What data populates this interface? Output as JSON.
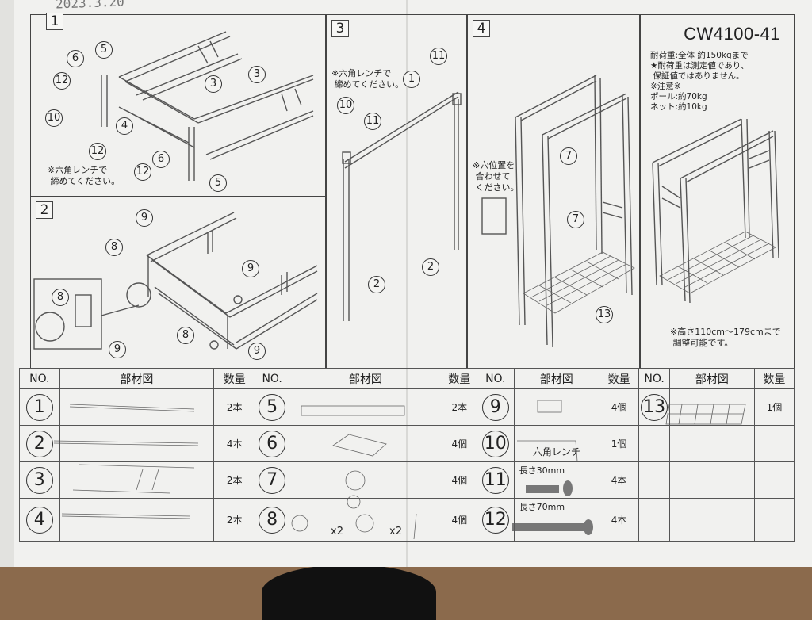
{
  "handwritten_date": "2023.3.20",
  "model": "CW4100-41",
  "steps": {
    "s1": {
      "num": "1",
      "note": "※六角レンチで\n 締めてください。"
    },
    "s2": {
      "num": "2"
    },
    "s3": {
      "num": "3",
      "note": "※六角レンチで\n 締めてください。"
    },
    "s4": {
      "num": "4",
      "note": "※穴位置を\n 合わせて\n ください。"
    }
  },
  "spec_note": "耐荷重:全体 約150kgまで\n★耐荷重は測定値であり、\n 保証値ではありません。\n※注意※\nポール:約70kg\nネット:約10kg",
  "height_note": "※高さ110cm〜179cmまで\n 調整可能です。",
  "table": {
    "col_no": "NO.",
    "col_part": "部材図",
    "col_qty": "数量",
    "rows": [
      {
        "no": "1",
        "qty": "2本"
      },
      {
        "no": "2",
        "qty": "4本"
      },
      {
        "no": "3",
        "qty": "2本"
      },
      {
        "no": "4",
        "qty": "2本"
      },
      {
        "no": "5",
        "qty": "2本"
      },
      {
        "no": "6",
        "qty": "4個"
      },
      {
        "no": "7",
        "qty": "4個"
      },
      {
        "no": "8",
        "qty": "4個",
        "mult1": "x2",
        "mult2": "x2"
      },
      {
        "no": "9",
        "qty": "4個"
      },
      {
        "no": "10",
        "qty": "1個",
        "label": "六角レンチ"
      },
      {
        "no": "11",
        "qty": "4本",
        "label": "長さ30mm"
      },
      {
        "no": "12",
        "qty": "4本",
        "label": "長さ70mm"
      },
      {
        "no": "13",
        "qty": "1個"
      }
    ]
  },
  "callouts": {
    "c6a": "6",
    "c5a": "5",
    "c12a": "12",
    "c3a": "3",
    "c3b": "3",
    "c4": "4",
    "c10a": "10",
    "c12b": "12",
    "c6b": "6",
    "c12c": "12",
    "c5b": "5",
    "c9a": "9",
    "c8a": "8",
    "c9b": "9",
    "c8b": "8",
    "c9c": "9",
    "c8c": "8",
    "c9d": "9",
    "c11a": "11",
    "c1": "1",
    "c10b": "10",
    "c11b": "11",
    "c2a": "2",
    "c2b": "2",
    "c7a": "7",
    "c7b": "7",
    "c13": "13"
  }
}
